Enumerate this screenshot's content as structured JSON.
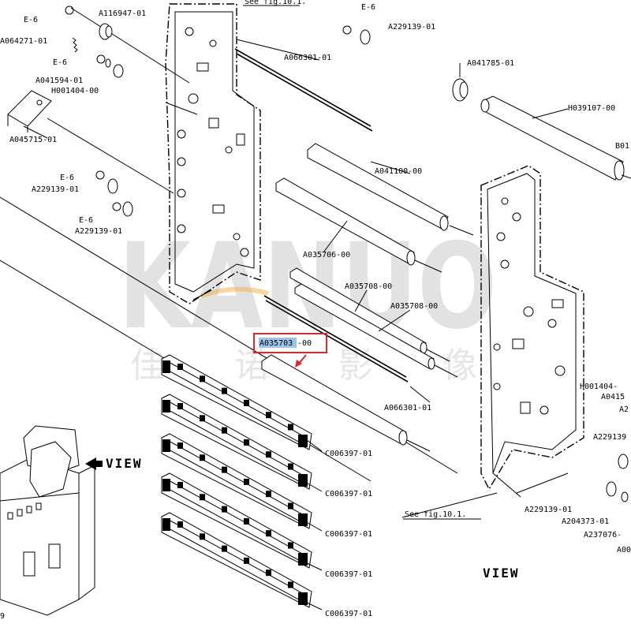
{
  "labels": {
    "see_fig_top": "See fig.10.1.",
    "see_fig_bottom": "See fig.10.1.",
    "e6_1": "E-6",
    "e6_2": "E-6",
    "e6_3": "E-6",
    "e6_4": "E-6",
    "e6_5": "E-6",
    "a116947": "A116947-01",
    "a064271": "A064271-01",
    "a041594": "A041594-01",
    "h001404_left": "H001404-00",
    "a045715": "A045715-01",
    "a229139_top": "A229139-01",
    "a229139_left1": "A229139-01",
    "a229139_left2": "A229139-01",
    "a229139_right_mid": "A229139",
    "a229139_right_low": "A229139-01",
    "a066301_top": "A066301-01",
    "a066301_bottom": "A066301-01",
    "a041785": "A041785-01",
    "h039107": "H039107-00",
    "b01": "B01",
    "a041100": "A041100-00",
    "a035706": "A035706-00",
    "a035708_1": "A035708-00",
    "a035708_2": "A035708-00",
    "a035703_highlight": "A035703",
    "a035703_suffix": "-00",
    "h001404_right": "H001404-",
    "a0415": "A0415",
    "a2": "A2",
    "c006397_1": "C006397-01",
    "c006397_2": "C006397-01",
    "c006397_3": "C006397-01",
    "c006397_4": "C006397-01",
    "c006397_5": "C006397-01",
    "a204373": "A204373-01",
    "a237076": "A237076-",
    "a00": "A00",
    "view_left": "VIEW",
    "view_right": "VIEW",
    "left_edge_9": "9",
    "watermark_en": "KANUO",
    "watermark_cn": "佳 诺 影 像"
  },
  "highlight_color": "#e0262a",
  "selection_color": "#9ec3e8"
}
